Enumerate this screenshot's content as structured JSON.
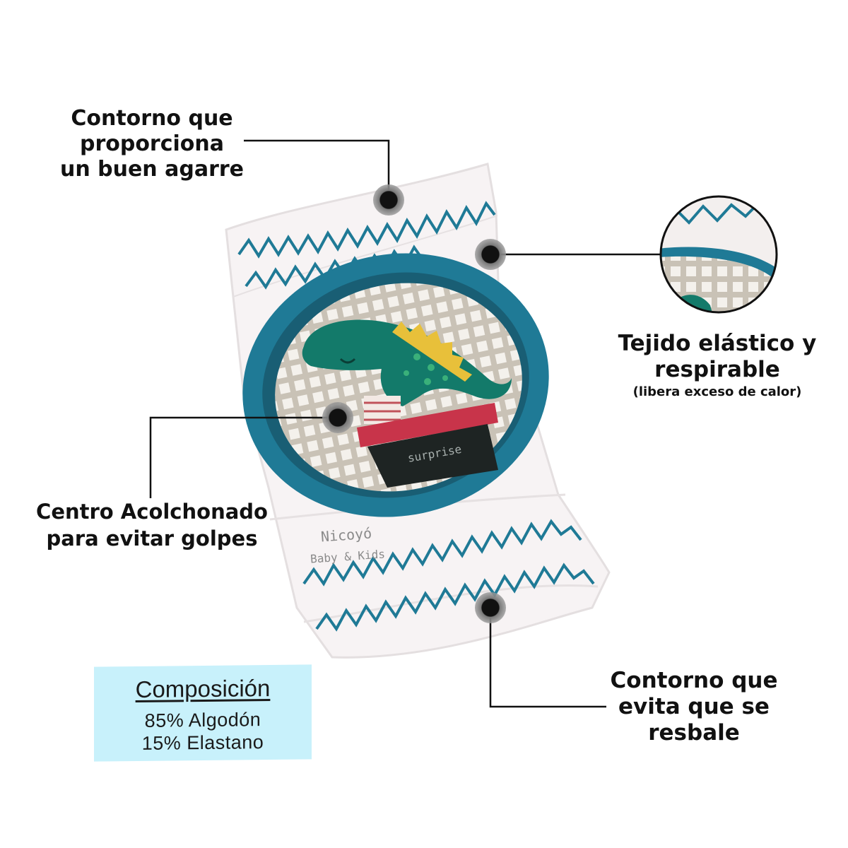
{
  "labels": {
    "grip": [
      "Contorno que",
      "proporciona",
      "un buen agarre"
    ],
    "elastic": [
      "Tejido elástico y",
      "respirable"
    ],
    "elastic_note": "(libera exceso de calor)",
    "padded": [
      "Centro Acolchonado",
      "para evitar golpes"
    ],
    "non_slip": [
      "Contorno que",
      "evita que se",
      "resbale"
    ]
  },
  "brand": {
    "name": "Nicoyó",
    "tagline": "Baby & Kids"
  },
  "pad_print": "surprise",
  "composition": {
    "title": "Composición",
    "items": [
      "85% Algodón",
      "15% Elastano"
    ]
  },
  "colors": {
    "accent_blue": "#1f7a96",
    "pad_green": "#137a6a",
    "box_fill": "#c8f1fb"
  }
}
